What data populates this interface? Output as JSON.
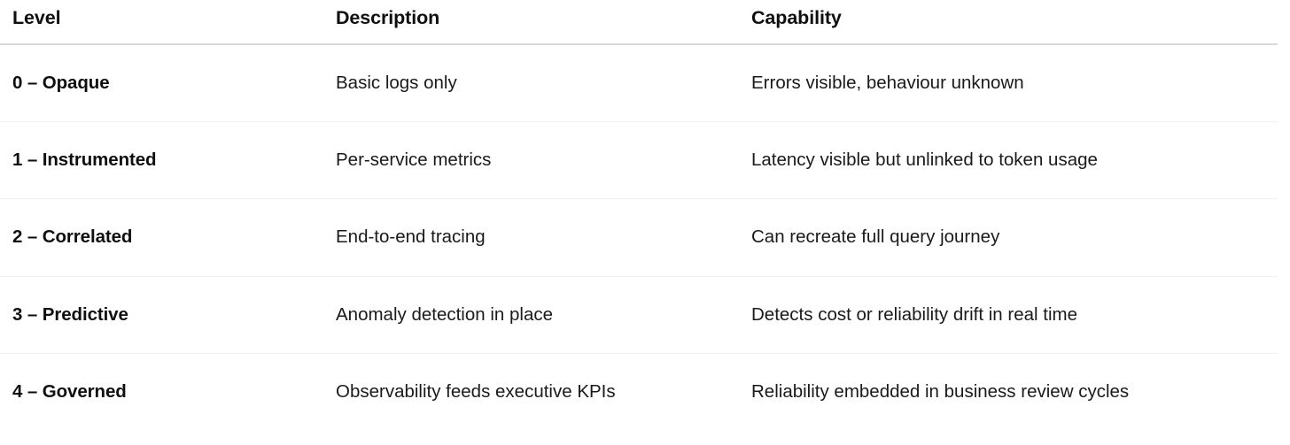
{
  "table": {
    "columns": [
      {
        "key": "level",
        "label": "Level"
      },
      {
        "key": "description",
        "label": "Description"
      },
      {
        "key": "capability",
        "label": "Capability"
      }
    ],
    "rows": [
      {
        "level": "0 – Opaque",
        "description": "Basic logs only",
        "capability": "Errors visible, behaviour unknown"
      },
      {
        "level": "1 – Instrumented",
        "description": "Per-service metrics",
        "capability": "Latency visible but unlinked to token usage"
      },
      {
        "level": "2 – Correlated",
        "description": "End-to-end tracing",
        "capability": "Can recreate full query journey"
      },
      {
        "level": "3 – Predictive",
        "description": "Anomaly detection in place",
        "capability": "Detects cost or reliability drift in real time"
      },
      {
        "level": "4 – Governed",
        "description": "Observability feeds executive KPIs",
        "capability": "Reliability embedded in business review cycles"
      }
    ]
  },
  "colors": {
    "background": "#ffffff",
    "text": "#1a1a1a",
    "heading_text": "#0f0f0f",
    "header_rule": "#d9d9d9",
    "row_rule": "#efefef"
  }
}
